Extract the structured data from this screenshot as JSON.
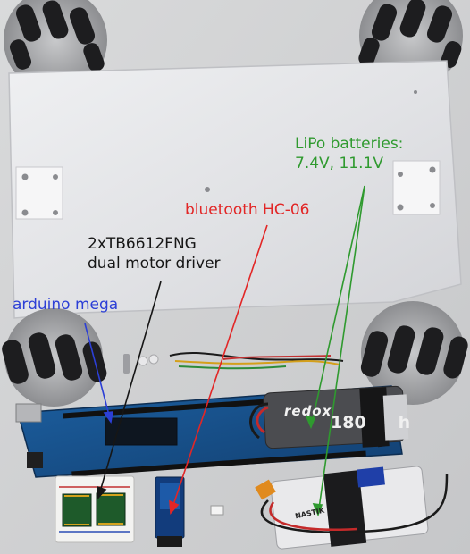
{
  "labels": {
    "lipo": [
      "LiPo batteries:",
      "7.4V, 11.1V"
    ],
    "bluetooth": "bluetooth HC-06",
    "driver": [
      "2xTB6612FNG",
      "dual motor driver"
    ],
    "arduino": "arduino mega"
  },
  "printed": {
    "redox": "redox",
    "capacity": "180",
    "capacity_tail": "h",
    "nastik": "NASTIK"
  },
  "colors": {
    "lipo": "#2f9a2f",
    "bluetooth": "#e22626",
    "driver": "#161616",
    "arduino": "#2c3fd6"
  }
}
